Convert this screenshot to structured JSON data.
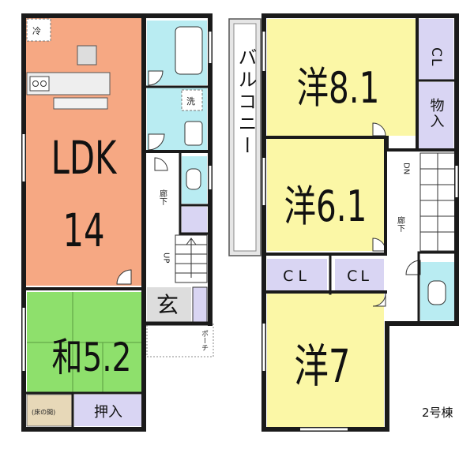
{
  "floor1": {
    "ldk": {
      "name": "LDK",
      "size": "14",
      "fridge": "冷"
    },
    "washroom": "洗",
    "corridor": "廊下",
    "stairs": "UP",
    "entrance": "玄",
    "porch": "ポーチ",
    "washitsu": "和5.2",
    "storage": "押入",
    "tokonoma": "(床の間)"
  },
  "floor2": {
    "room1": "洋8.1",
    "room2": "洋6.1",
    "room3": "洋7",
    "balcony": "バルコニー",
    "closet1": "CL",
    "closet2": "CL",
    "closet3": "CL",
    "storeroom": "物入",
    "corridor": "廊下",
    "stairs": "DN"
  },
  "building": "2号棟",
  "colors": {
    "ldk": "#f6a883",
    "washitsu": "#8ee06c",
    "western": "#fbf7a6",
    "closet": "#d9d5f3",
    "water": "#b9ecf2",
    "floor": "#ffffff",
    "wall": "#1a1a1a"
  }
}
